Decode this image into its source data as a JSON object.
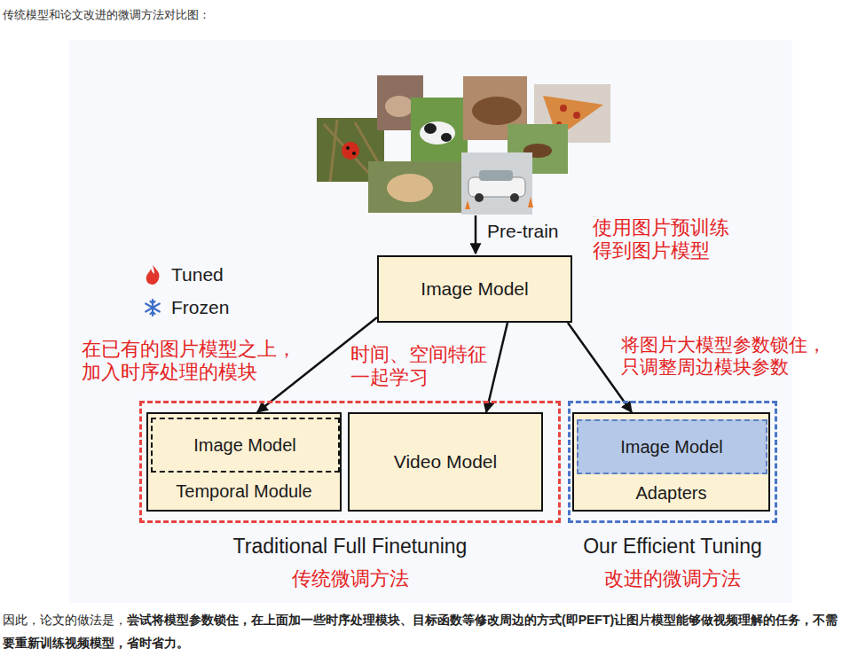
{
  "diagram": {
    "title": "传统模型和论文改进的微调方法对比图：",
    "nodes": [
      {
        "text": [
          "Image Model"
        ]
      },
      {
        "text": [
          "Traditional Full Finetuning",
          "传统微调方法"
        ]
      },
      {
        "text": [
          "Temporal Module"
        ],
        "in": 1
      },
      {
        "text": [
          "Image Model"
        ],
        "in": 2
      },
      {
        "text": [
          "Video Model"
        ],
        "in": 1
      },
      {
        "text": [
          "Our Efficient Tuning",
          "改进的微调方法"
        ]
      },
      {
        "text": [
          "Adapters"
        ],
        "in": 5
      },
      {
        "text": [
          "Image Model"
        ],
        "in": 6
      }
    ],
    "edges": [
      {
        "from": 0,
        "to": 2,
        "arrow": "to"
      },
      {
        "from": 0,
        "to": 4,
        "arrow": "to"
      },
      {
        "from": 0,
        "to": 6,
        "arrow": "to"
      }
    ],
    "labels": [
      "Pre-train",
      "使用图片预训练 得到图片模型",
      "在已有的图片模型之上， 加入时序处理的模块",
      "时间、空间特征 一起学习",
      "将图片大模型参数锁住， 只调整周边模块参数",
      "因此，论文的做法是，",
      "尝试将模型参数锁住，在上面加一些时序处理模块、目标函数等修改周边的方式(即PEFT)让图片模型能够做视频理解的任务，不需要重新训练视频模型，省时省力。"
    ],
    "legend": [
      {
        "text": "Tuned"
      },
      {
        "text": "Frozen"
      }
    ]
  }
}
